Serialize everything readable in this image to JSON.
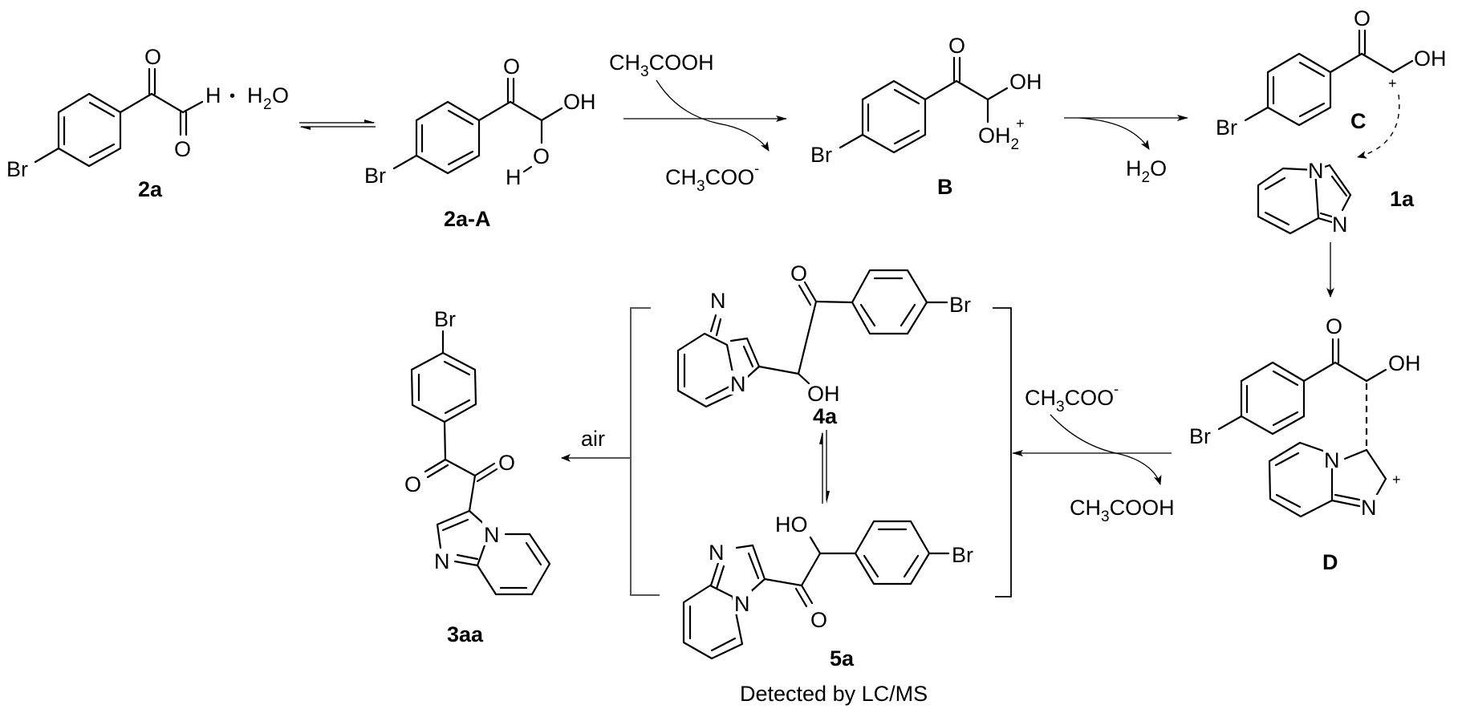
{
  "scheme": {
    "compounds": {
      "c2a": "2a",
      "c2aA": "2a-A",
      "cB": "B",
      "cC": "C",
      "c1a": "1a",
      "cD": "D",
      "c4a": "4a",
      "c5a": "5a",
      "c3aa": "3aa"
    },
    "atoms": {
      "Br": "Br",
      "O": "O",
      "OH": "OH",
      "HO": "HO",
      "H": "H",
      "N": "N",
      "OH2": "OH",
      "sub2": "2",
      "plus": "+",
      "dot": "•",
      "minus": "-"
    },
    "reagents": {
      "acid_top": "CH",
      "acid_top_sub": "3",
      "acid_top_rest": "COOH",
      "acetate_bottom": "CH",
      "acetate_bottom_sub": "3",
      "acetate_bottom_rest": "COO",
      "water_H": "H",
      "water_sub": "2",
      "water_O": "O",
      "hydrate_H": "H",
      "hydrate_sub": "2",
      "hydrate_O": "O",
      "acetate_right": "CH",
      "acetate_right_sub": "3",
      "acetate_right_rest": "COO",
      "acid_right": "CH",
      "acid_right_sub": "3",
      "acid_right_rest": "COOH",
      "air": "air"
    },
    "note": "Detected by LC/MS"
  }
}
